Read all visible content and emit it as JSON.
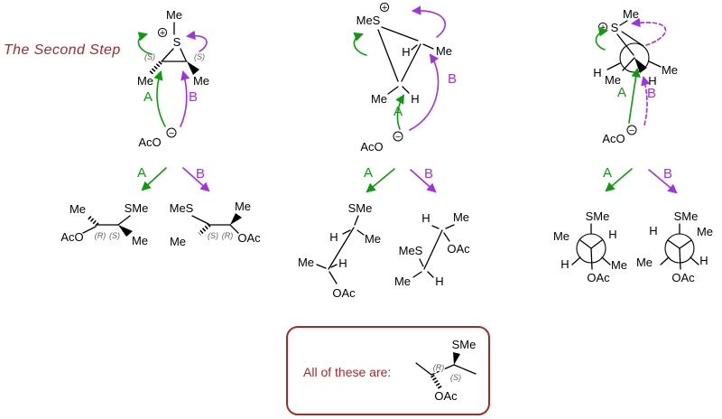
{
  "title": "The Second Step",
  "colors": {
    "dark_red": "#A52A2A",
    "green": "#0B9B0B",
    "purple": "#A030E0",
    "stereo_gray": "#5E5E5E",
    "black": "#000000",
    "background": "#FFFFFF"
  },
  "arrow_labels": {
    "a": "A",
    "b": "B"
  },
  "charges": {
    "plus": "+",
    "minus": "−"
  },
  "panels": {
    "left": {
      "reactant": {
        "me_top": "Me",
        "sulfur": "S",
        "stereo_left": "(S)",
        "stereo_right": "(S)",
        "me_left": "Me",
        "me_right": "Me",
        "nucleophile": "AcO"
      },
      "product_a": {
        "me_top": "Me",
        "sme": "SMe",
        "aco": "AcO",
        "stereo_left": "(R)",
        "stereo_right": "(S)",
        "me_bottom": "Me"
      },
      "product_b": {
        "mes": "MeS",
        "me_top": "Me",
        "me_bottom": "Me",
        "stereo_left": "(S)",
        "stereo_right": "(R)",
        "oac": "OAc"
      }
    },
    "middle": {
      "reactant": {
        "mes": "MeS",
        "h_upper": "H",
        "me_upper": "Me",
        "me_lower": "Me",
        "h_lower": "H",
        "nucleophile": "AcO"
      },
      "product_a": {
        "sme": "SMe",
        "h_c1": "H",
        "me_c1": "Me",
        "me_c2": "Me",
        "h_c2": "H",
        "oac": "OAc"
      },
      "product_b": {
        "h_c1": "H",
        "me_c1": "Me",
        "oac": "OAc",
        "mes": "MeS",
        "me_c2": "Me",
        "h_c2": "H"
      }
    },
    "right": {
      "reactant": {
        "me_top": "Me",
        "sulfur": "S",
        "back_h": "H",
        "front_me": "Me",
        "back_me": "Me",
        "front_h": "H",
        "nucleophile": "AcO"
      },
      "product_a": {
        "sme": "SMe",
        "front_ul": "Me",
        "front_ur": "H",
        "back_ll": "H",
        "back_lr": "Me",
        "oac": "OAc"
      },
      "product_b": {
        "sme": "SMe",
        "front_ul": "H",
        "front_ur": "Me",
        "back_ll": "Me",
        "back_lr": "H",
        "oac": "OAc"
      }
    }
  },
  "summary_box": {
    "caption": "All of these are:",
    "stereo_left": "(R)",
    "stereo_right": "(S)",
    "sme": "SMe",
    "oac": "OAc"
  }
}
